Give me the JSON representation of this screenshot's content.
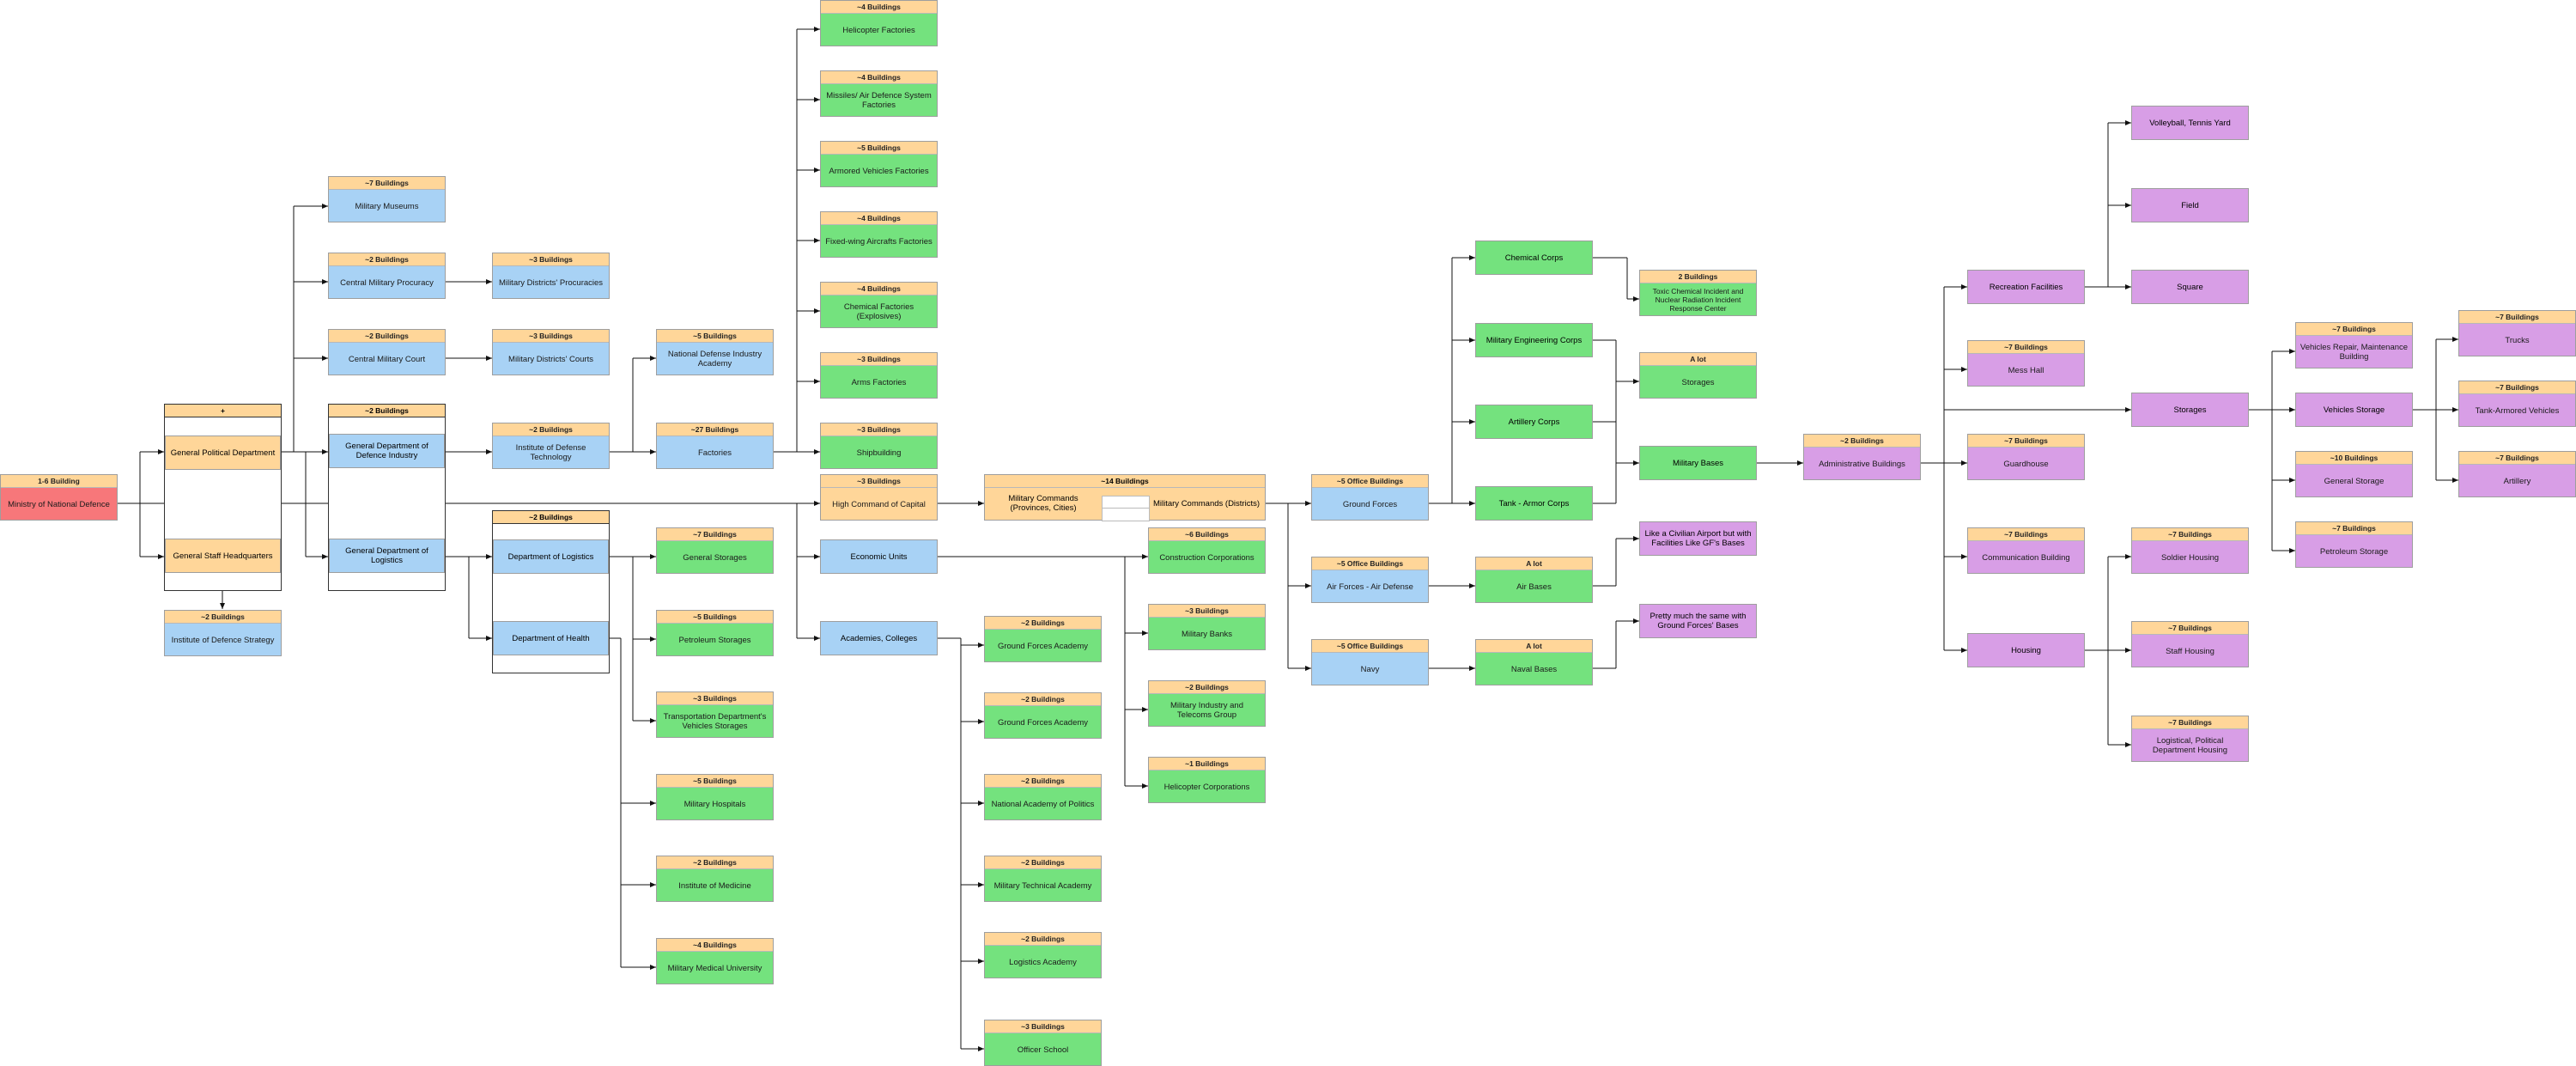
{
  "nodes": {
    "mnd": {
      "header": "1-6 Building",
      "label": "Ministry of National Defence"
    },
    "gpd_head": "+",
    "gpd": "General Political Department",
    "gsh": "General Staff Headquarters",
    "ids": {
      "header": "~2 Buildings",
      "label": "Institute of Defence Strategy"
    },
    "mm": {
      "header": "~7 Buildings",
      "label": "Military Museums"
    },
    "cmp": {
      "header": "~2 Buildings",
      "label": "Central Military Procuracy"
    },
    "mdp": {
      "header": "~3 Buildings",
      "label": "Military Districts' Procuracies"
    },
    "cmc": {
      "header": "~2 Buildings",
      "label": "Central Military Court"
    },
    "mdc": {
      "header": "~3 Buildings",
      "label": "Military Districts' Courts"
    },
    "gdg_head": "~2 Buildings",
    "gddi": "General Department of Defence Industry",
    "gdl": "General Department of Logistics",
    "idt": {
      "header": "~2 Buildings",
      "label": "Institute of Defense Technology"
    },
    "ndia": {
      "header": "~5 Buildings",
      "label": "National Defense Industry Academy"
    },
    "fac": {
      "header": "~27 Buildings",
      "label": "Factories"
    },
    "dh_head": "~2 Buildings",
    "dol": "Department of Logistics",
    "doh": "Department of Health",
    "gs": {
      "header": "~7 Buildings",
      "label": "General Storages"
    },
    "ps": {
      "header": "~5 Buildings",
      "label": "Petroleum Storages"
    },
    "tdvs": {
      "header": "~3 Buildings",
      "label": "Transportation Department's Vehicles Storages"
    },
    "mh": {
      "header": "~5 Buildings",
      "label": "Military Hospitals"
    },
    "iom": {
      "header": "~2 Buildings",
      "label": "Institute of Medicine"
    },
    "mmu": {
      "header": "~4 Buildings",
      "label": "Military Medical University"
    },
    "hf": {
      "header": "~4 Buildings",
      "label": "Helicopter Factories"
    },
    "mads": {
      "header": "~4 Buildings",
      "label": "Missiles/ Air Defence System Factories"
    },
    "avf": {
      "header": "~5 Buildings",
      "label": "Armored Vehicles Factories"
    },
    "fwaf": {
      "header": "~4 Buildings",
      "label": "Fixed-wing Aircrafts Factories"
    },
    "cfe": {
      "header": "~4 Buildings",
      "label": "Chemical Factories (Explosives)"
    },
    "af": {
      "header": "~3 Buildings",
      "label": "Arms Factories"
    },
    "sb": {
      "header": "~3 Buildings",
      "label": "Shipbuilding"
    },
    "hcc": {
      "header": "~3 Buildings",
      "label": "High Command of Capital"
    },
    "eu": {
      "label": "Economic Units"
    },
    "ac": {
      "label": "Academies, Colleges"
    },
    "mc": {
      "header": "~14 Buildings",
      "left": "Military Commands (Provinces, Cities)",
      "right": "Military Commands (Districts)"
    },
    "cc": {
      "header": "~6 Buildings",
      "label": "Construction Corporations"
    },
    "mb": {
      "header": "~3 Buildings",
      "label": "Military Banks"
    },
    "mits": {
      "header": "~2 Buildings",
      "label": "Military Industry and Telecoms Group"
    },
    "hc": {
      "header": "~1 Buildings",
      "label": "Helicopter Corporations"
    },
    "gfa1": {
      "header": "~2 Buildings",
      "label": "Ground Forces Academy"
    },
    "gfa2": {
      "header": "~2 Buildings",
      "label": "Ground Forces Academy"
    },
    "nap": {
      "header": "~2 Buildings",
      "label": "National Academy of Politics"
    },
    "mta": {
      "header": "~2 Buildings",
      "label": "Military Technical Academy"
    },
    "la": {
      "header": "~2 Buildings",
      "label": "Logistics Academy"
    },
    "os": {
      "header": "~3 Buildings",
      "label": "Officer School"
    },
    "gf": {
      "header": "~5 Office Buildings",
      "label": "Ground Forces"
    },
    "afad": {
      "header": "~5 Office Buildings",
      "label": "Air Forces - Air Defense"
    },
    "navy": {
      "header": "~5 Office Buildings",
      "label": "Navy"
    },
    "chem": {
      "label": "Chemical Corps"
    },
    "mec": {
      "label": "Military Engineering Corps"
    },
    "art": {
      "label": "Artillery Corps"
    },
    "tac": {
      "label": "Tank - Armor Corps"
    },
    "ab": {
      "header": "A lot",
      "label": "Air Bases"
    },
    "nb": {
      "header": "A lot",
      "label": "Naval Bases"
    },
    "tci": {
      "header": "2 Buildings",
      "label": "Toxic Chemical Incident and Nuclear Radiation Incident Response Center"
    },
    "stor": {
      "header": "A lot",
      "label": "Storages"
    },
    "mbases": {
      "label": "Military Bases"
    },
    "civap": {
      "label": "Like a Civilian Airport but with Facilities Like GF's Bases"
    },
    "same": {
      "label": "Pretty much the same with Ground Forces' Bases"
    },
    "admin": {
      "header": "~2 Buildings",
      "label": "Administrative Buildings"
    },
    "recf": {
      "label": "Recreation Facilities"
    },
    "messh": {
      "header": "~7 Buildings",
      "label": "Mess Hall"
    },
    "guard": {
      "header": "~7 Buildings",
      "label": "Guardhouse"
    },
    "comm": {
      "header": "~7 Buildings",
      "label": "Communication Building"
    },
    "hous": {
      "label": "Housing"
    },
    "volley": {
      "label": "Volleyball, Tennis Yard"
    },
    "field": {
      "label": "Field"
    },
    "square": {
      "label": "Square"
    },
    "storages2": {
      "label": "Storages"
    },
    "soldier": {
      "header": "~7 Buildings",
      "label": "Soldier Housing"
    },
    "staff": {
      "header": "~7 Buildings",
      "label": "Staff Housing"
    },
    "logpol": {
      "header": "~7 Buildings",
      "label": "Logistical, Political Department Housing"
    },
    "vrm": {
      "header": "~7 Buildings",
      "label": "Vehicles Repair, Maintenance Building"
    },
    "vs": {
      "label": "Vehicles Storage"
    },
    "gstor": {
      "header": "~10 Buildings",
      "label": "General Storage"
    },
    "pstor": {
      "header": "~7 Buildings",
      "label": "Petroleum Storage"
    },
    "trucks": {
      "header": "~7 Buildings",
      "label": "Trucks"
    },
    "tav": {
      "header": "~7 Buildings",
      "label": "Tank-Armored Vehicles"
    },
    "artil": {
      "header": "~7 Buildings",
      "label": "Artillery"
    }
  },
  "colors": {
    "header": "#ffd699",
    "blue": "#a8d2f5",
    "green": "#74e27e",
    "red": "#f7777a",
    "purple": "#d89ee6",
    "orange": "#ffd699"
  }
}
